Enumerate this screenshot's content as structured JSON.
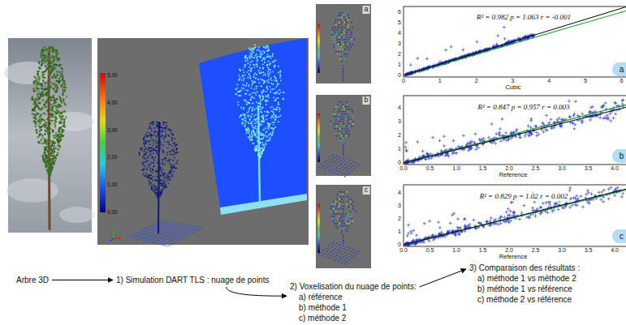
{
  "diagram": {
    "nodes": [
      {
        "text": [
          "Arbre 3D"
        ]
      },
      {
        "text": [
          "1) Simulation DART TLS : nuage de points"
        ]
      },
      {
        "text": [
          "2) Voxelisation du nuage de points:",
          "a) référence",
          "b) méthode 1",
          "c) méthode 2"
        ]
      },
      {
        "text": [
          "3) Comparaison des résultats :",
          "a) méthode 1 vs méthode 2",
          "b) méthode 1 vs référence",
          "c) méthode 2 vs référence"
        ]
      },
      {
        "text": [
          "a"
        ]
      },
      {
        "text": [
          "b"
        ]
      },
      {
        "text": [
          "c"
        ]
      }
    ],
    "edges": [
      {
        "from": 0,
        "to": 1,
        "arrow": "to"
      },
      {
        "from": 1,
        "to": 2,
        "arrow": "to"
      },
      {
        "from": 2,
        "to": 3,
        "arrow": "to"
      }
    ],
    "labels": [
      "5,00",
      "4,00",
      "3,00",
      "2,00",
      "1,00",
      "0,00",
      "a",
      "b",
      "c",
      "R² = 0.982 p = 1.063 r = -0.001",
      "0",
      "1",
      "2",
      "3",
      "4",
      "5",
      "6",
      "0",
      "1",
      "2",
      "3",
      "4",
      "5",
      "6",
      "Cubic",
      "R² = 0.847 p = 0.957 r = 0.003",
      "0",
      "1",
      "2",
      "3",
      "4",
      "0.0",
      "0.5",
      "1.0",
      "1.5",
      "2.0",
      "2.5",
      "3.0",
      "3.5",
      "4.0",
      "Reference",
      "R² = 0.829 p = 1.02 r = 0.002",
      "0",
      "1",
      "2",
      "3",
      "4",
      "0.0",
      "0.5",
      "1.0",
      "1.5",
      "2.0",
      "2.5",
      "3.0",
      "3.5",
      "4.0",
      "Reference"
    ]
  }
}
